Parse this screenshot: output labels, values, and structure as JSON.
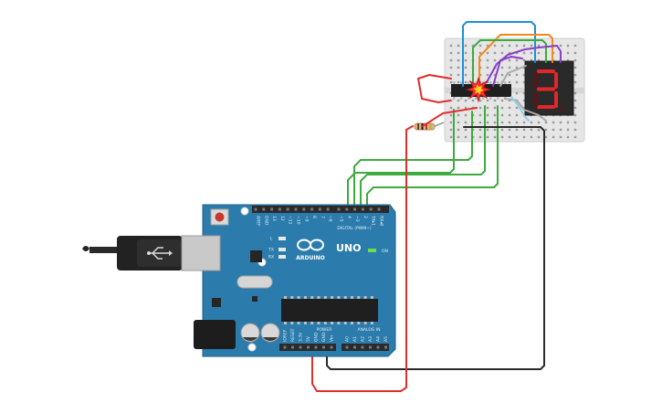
{
  "arduino": {
    "brand": "ARDUINO",
    "model": "UNO",
    "digital_label": "DIGITAL (PWM~)",
    "power_label": "POWER",
    "analog_label": "ANALOG IN",
    "on_label": "ON",
    "led_labels": [
      "L",
      "TX",
      "RX"
    ],
    "digital_pins": [
      "AREF",
      "GND",
      "13",
      "12",
      "~11",
      "~10",
      "~9",
      "8",
      "7",
      "~6",
      "~5",
      "4",
      "~3",
      "2",
      "TX▸1",
      "RX◂0"
    ],
    "power_pins": [
      "IOREF",
      "RESET",
      "3.3V",
      "5V",
      "GND",
      "GND",
      "Vin"
    ],
    "analog_pins": [
      "A0",
      "A1",
      "A2",
      "A3",
      "A4",
      "A5"
    ]
  },
  "display": {
    "digit": "3"
  },
  "colors": {
    "board": "#2b7cad",
    "board_dark": "#1f5f88",
    "breadboard": "#e6e6e6",
    "wire_red": "#e02d2d",
    "wire_green": "#3dab3d",
    "wire_black": "#2a2a2a",
    "wire_blue": "#1f8fd6",
    "wire_orange": "#f08a1c",
    "wire_purple": "#8a3fc4",
    "wire_gray": "#a9a9a9",
    "segment_on": "#e0282a",
    "segment_off": "#5a1616",
    "spark": "#ff2b2b",
    "spark_core": "#ffd21f"
  },
  "icons": {
    "usb": "usb-icon",
    "infinity": "arduino-infinity-icon",
    "explosion": "explosion-icon"
  }
}
